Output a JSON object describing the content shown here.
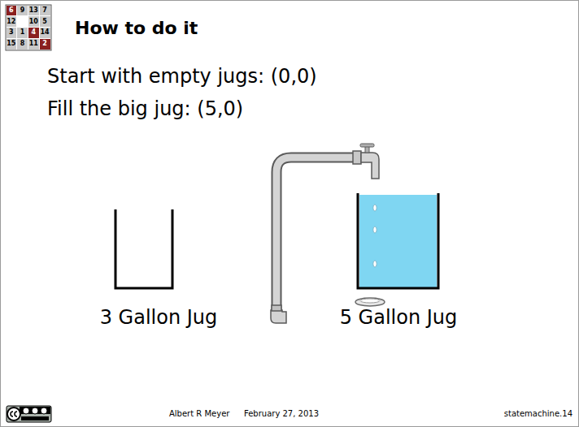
{
  "diagram": {
    "title": "How to do it",
    "nodes": [
      {
        "text": [
          "6"
        ]
      },
      {
        "text": [
          "9"
        ]
      },
      {
        "text": [
          "13"
        ]
      },
      {
        "text": [
          "7"
        ]
      },
      {
        "text": [
          "12"
        ]
      },
      {
        "text": [
          "10"
        ]
      },
      {
        "text": [
          "5"
        ]
      },
      {
        "text": [
          "3"
        ]
      },
      {
        "text": [
          "1"
        ]
      },
      {
        "text": [
          "4"
        ]
      },
      {
        "text": [
          "14"
        ]
      },
      {
        "text": [
          "15"
        ]
      },
      {
        "text": [
          "8"
        ]
      },
      {
        "text": [
          "11"
        ]
      },
      {
        "text": [
          "2"
        ]
      },
      {
        "text": [
          "3 Gallon Jug"
        ]
      },
      {
        "text": [
          "5 Gallon Jug"
        ]
      }
    ],
    "labels": [
      "Start with empty jugs: (0,0)",
      "Fill the big jug: (5,0)",
      "Albert R Meyer",
      "February 27, 2013",
      "statemachine.14"
    ]
  }
}
